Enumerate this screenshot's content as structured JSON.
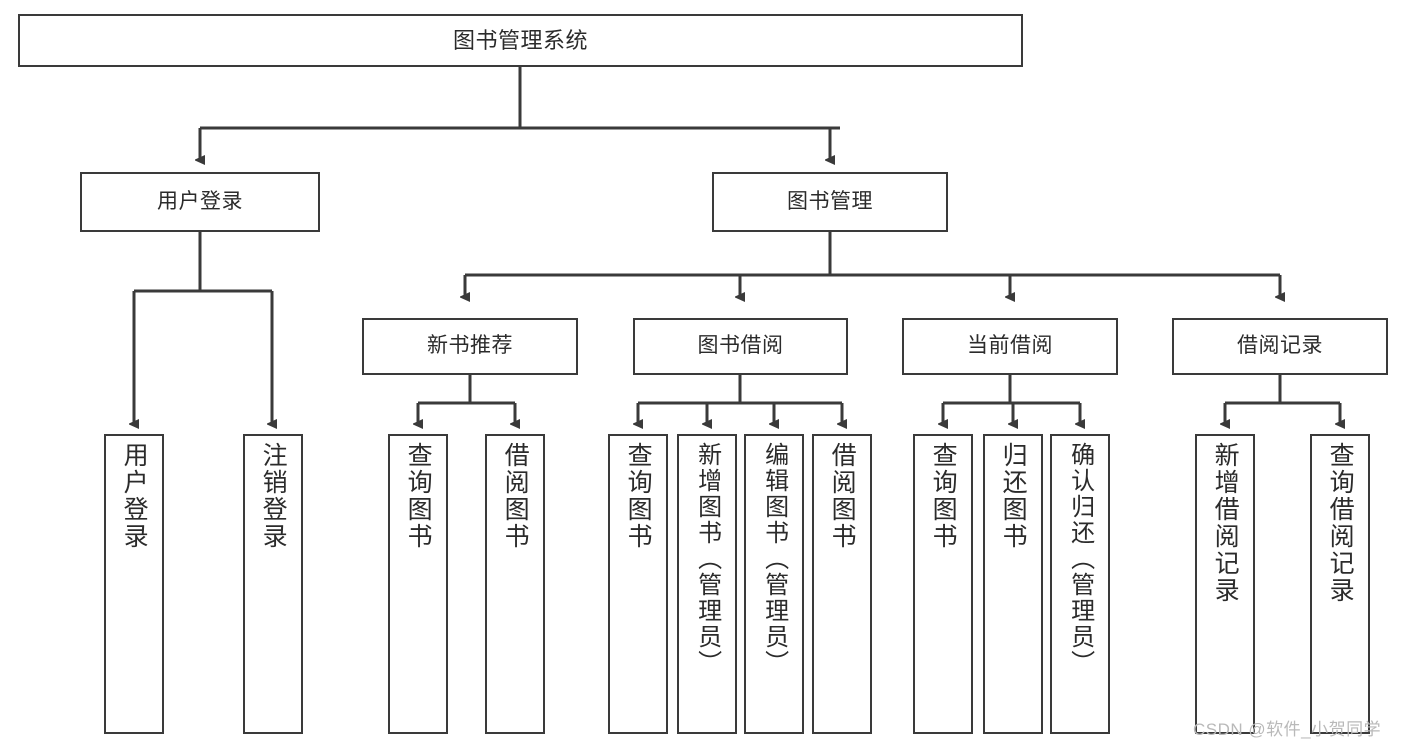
{
  "diagram": {
    "title": "图书管理系统",
    "type": "tree-hierarchy-chart",
    "root": {
      "id": "root",
      "label": "图书管理系统"
    },
    "level1": [
      {
        "id": "user-login",
        "label": "用户登录"
      },
      {
        "id": "book-manage",
        "label": "图书管理"
      }
    ],
    "level2": [
      {
        "id": "new-book-rec",
        "label": "新书推荐",
        "parent": "book-manage"
      },
      {
        "id": "book-borrow",
        "label": "图书借阅",
        "parent": "book-manage"
      },
      {
        "id": "current-borrow",
        "label": "当前借阅",
        "parent": "book-manage"
      },
      {
        "id": "borrow-record",
        "label": "借阅记录",
        "parent": "book-manage"
      }
    ],
    "leaves": [
      {
        "id": "leaf-user-login",
        "label": "用户登录",
        "parent": "user-login"
      },
      {
        "id": "leaf-logout",
        "label": "注销登录",
        "parent": "user-login"
      },
      {
        "id": "leaf-query-book-1",
        "label": "查询图书",
        "parent": "new-book-rec"
      },
      {
        "id": "leaf-borrow-book-1",
        "label": "借阅图书",
        "parent": "new-book-rec"
      },
      {
        "id": "leaf-query-book-2",
        "label": "查询图书",
        "parent": "book-borrow"
      },
      {
        "id": "leaf-add-book",
        "label": "新增图书（管理员）",
        "parent": "book-borrow"
      },
      {
        "id": "leaf-edit-book",
        "label": "编辑图书（管理员）",
        "parent": "book-borrow"
      },
      {
        "id": "leaf-borrow-book-2",
        "label": "借阅图书",
        "parent": "book-borrow"
      },
      {
        "id": "leaf-query-book-3",
        "label": "查询图书",
        "parent": "current-borrow"
      },
      {
        "id": "leaf-return-book",
        "label": "归还图书",
        "parent": "current-borrow"
      },
      {
        "id": "leaf-confirm-return",
        "label": "确认归还（管理员）",
        "parent": "current-borrow"
      },
      {
        "id": "leaf-add-record",
        "label": "新增借阅记录",
        "parent": "borrow-record"
      },
      {
        "id": "leaf-query-record",
        "label": "查询借阅记录",
        "parent": "borrow-record"
      }
    ]
  },
  "watermark": {
    "text": "CSDN @软件_小贺同学"
  },
  "colors": {
    "stroke": "#3a3a3a",
    "text": "#2b2b2b",
    "background": "#ffffff",
    "watermark": "#b9b9b9"
  }
}
